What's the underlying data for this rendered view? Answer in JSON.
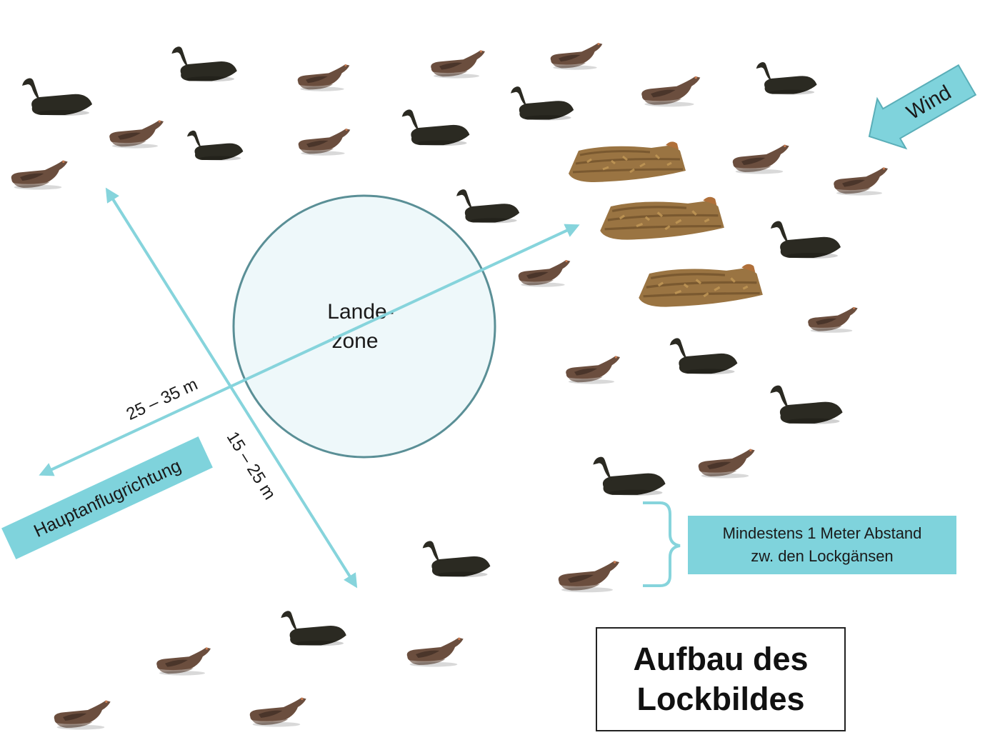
{
  "title": "Aufbau des\nLockbildes",
  "landing_zone": {
    "line1": "Lande-",
    "line2": "zone"
  },
  "wind_label": "Wind",
  "main_approach_label": "Hauptanflugrichtung",
  "distance_long": "25 – 35 m",
  "distance_short": "15 – 25 m",
  "spacing_note": "Mindestens 1 Meter Abstand\nzw. den Lockgänsen",
  "colors": {
    "accent_cyan": "#7fd3dc",
    "arrow": "#86d4dc",
    "zone_fill": "#eef8fa",
    "zone_stroke": "#5a8f96",
    "decoy_dark": "#2b2a22",
    "decoy_brown": "#6b4e3e",
    "blind": "#9a7442"
  },
  "icons": {
    "decoy": "goose-decoy-icon",
    "blind": "layout-blind-icon",
    "wind": "wind-arrow-icon"
  }
}
